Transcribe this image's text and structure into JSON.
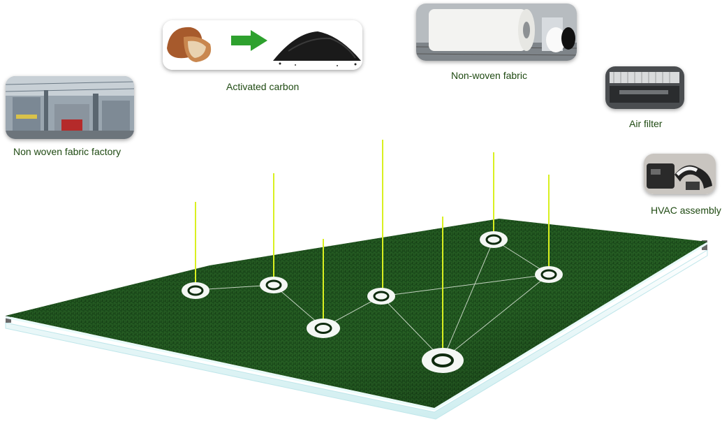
{
  "items": [
    {
      "id": "factory",
      "label": "Non woven fabric factory"
    },
    {
      "id": "carbon",
      "label": "Activated carbon"
    },
    {
      "id": "fabric",
      "label": "Non-woven fabric"
    },
    {
      "id": "filter",
      "label": "Air filter"
    },
    {
      "id": "hvac",
      "label": "HVAC assembly"
    }
  ],
  "colors": {
    "turf_dark": "#0f3510",
    "turf_mid": "#1f5a1f",
    "turf_light": "#3f7c2c",
    "beam": "#d9f020",
    "label_text": "#1f4a12",
    "arrow": "#2ea12e"
  }
}
